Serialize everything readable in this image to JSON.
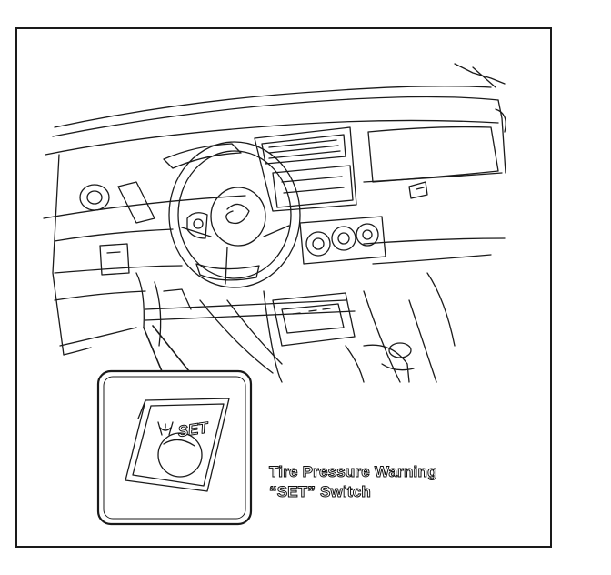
{
  "switch_label": "SET",
  "callout": {
    "line1": "Tire Pressure Warning",
    "line2": "“SET” Switch"
  },
  "colors": {
    "line": "#1a1a1a",
    "background": "#ffffff"
  }
}
